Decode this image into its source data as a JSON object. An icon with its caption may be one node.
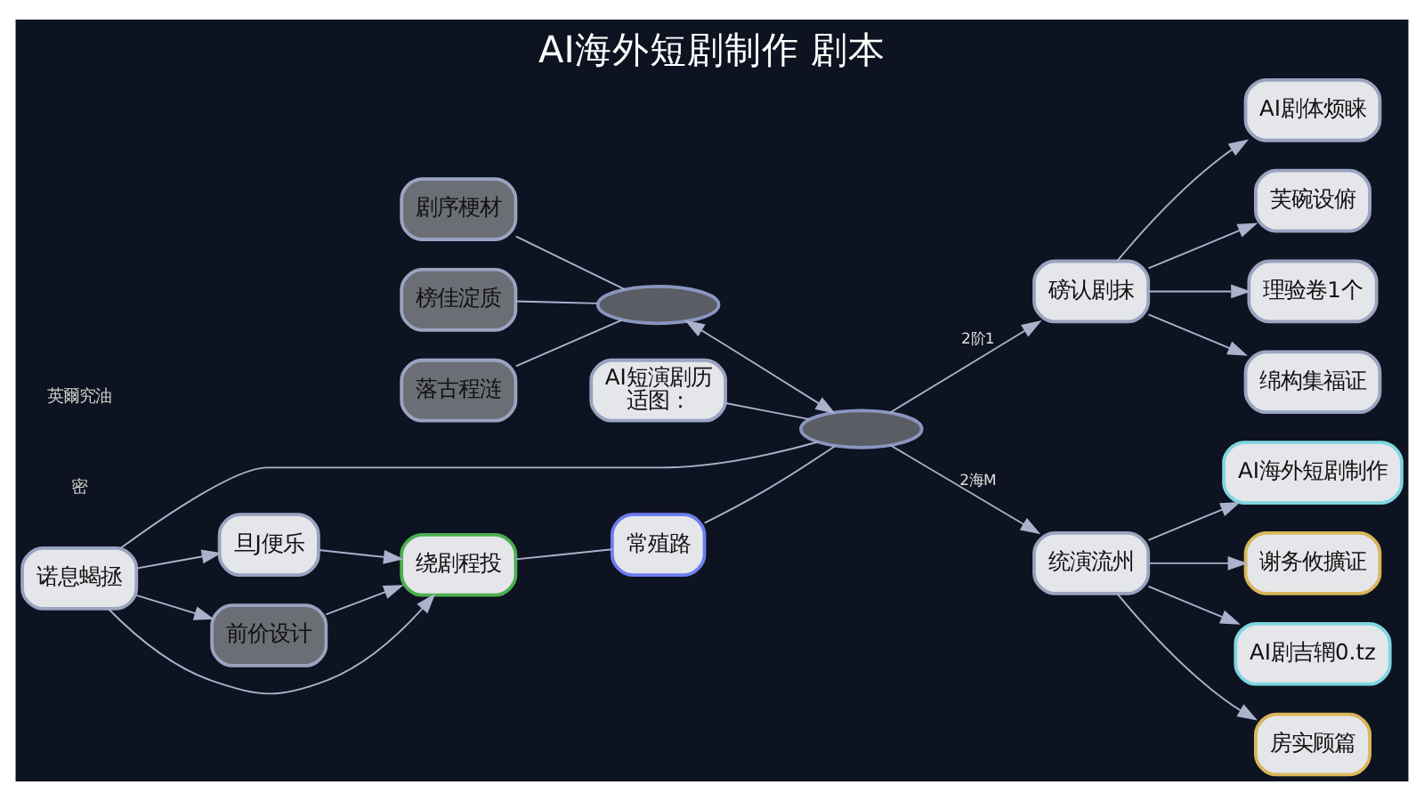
{
  "diagram": {
    "title": "AI海外短剧制作 剧本",
    "nodes": [
      {
        "text": [],
        "shape": "ellipse"
      },
      {
        "text": [],
        "shape": "ellipse"
      },
      {
        "text": [
          "剧序梗材"
        ]
      },
      {
        "text": [
          "榜佳淀质"
        ]
      },
      {
        "text": [
          "落古程涟"
        ]
      },
      {
        "text": [
          "AI短演剧历",
          "适图："
        ]
      },
      {
        "text": [
          "磅认剧抹"
        ]
      },
      {
        "text": [
          "AI剧体烦睐"
        ]
      },
      {
        "text": [
          "芙碗设俯"
        ]
      },
      {
        "text": [
          "理验卷1个"
        ]
      },
      {
        "text": [
          "绵构集福证"
        ]
      },
      {
        "text": [
          "统演流州"
        ]
      },
      {
        "text": [
          "AI海外短剧制作"
        ]
      },
      {
        "text": [
          "谢务攸擴证"
        ]
      },
      {
        "text": [
          "AI剧吉辋0.tz"
        ]
      },
      {
        "text": [
          "房实顾篇"
        ]
      },
      {
        "text": [
          "诺息蝎拯"
        ]
      },
      {
        "text": [
          "旦J便乐"
        ]
      },
      {
        "text": [
          "前价设计"
        ]
      },
      {
        "text": [
          "绕剧程投"
        ]
      },
      {
        "text": [
          "常殖路"
        ]
      }
    ],
    "edges": [
      {
        "from": 2,
        "to": 1,
        "arrow": "none"
      },
      {
        "from": 3,
        "to": 1,
        "arrow": "none"
      },
      {
        "from": 4,
        "to": 1,
        "arrow": "none"
      },
      {
        "from": 1,
        "to": 0,
        "arrow": "both"
      },
      {
        "from": 5,
        "to": 0,
        "arrow": "none"
      },
      {
        "from": 0,
        "to": 6,
        "arrow": "to",
        "label": "2阶1"
      },
      {
        "from": 0,
        "to": 11,
        "arrow": "to",
        "label": "2海M"
      },
      {
        "from": 6,
        "to": 7,
        "arrow": "to"
      },
      {
        "from": 6,
        "to": 8,
        "arrow": "to"
      },
      {
        "from": 6,
        "to": 9,
        "arrow": "to"
      },
      {
        "from": 6,
        "to": 10,
        "arrow": "to"
      },
      {
        "from": 11,
        "to": 12,
        "arrow": "to"
      },
      {
        "from": 11,
        "to": 13,
        "arrow": "to"
      },
      {
        "from": 11,
        "to": 14,
        "arrow": "to"
      },
      {
        "from": 11,
        "to": 15,
        "arrow": "to"
      },
      {
        "from": 16,
        "to": 0,
        "arrow": "none"
      },
      {
        "from": 16,
        "to": 17,
        "arrow": "to"
      },
      {
        "from": 16,
        "to": 18,
        "arrow": "to"
      },
      {
        "from": 16,
        "to": 19,
        "arrow": "to"
      },
      {
        "from": 17,
        "to": 19,
        "arrow": "to"
      },
      {
        "from": 18,
        "to": 19,
        "arrow": "to"
      },
      {
        "from": 19,
        "to": 20,
        "arrow": "none"
      },
      {
        "from": 20,
        "to": 0,
        "arrow": "none"
      }
    ],
    "labels": [
      "密",
      "英爾究油"
    ]
  }
}
